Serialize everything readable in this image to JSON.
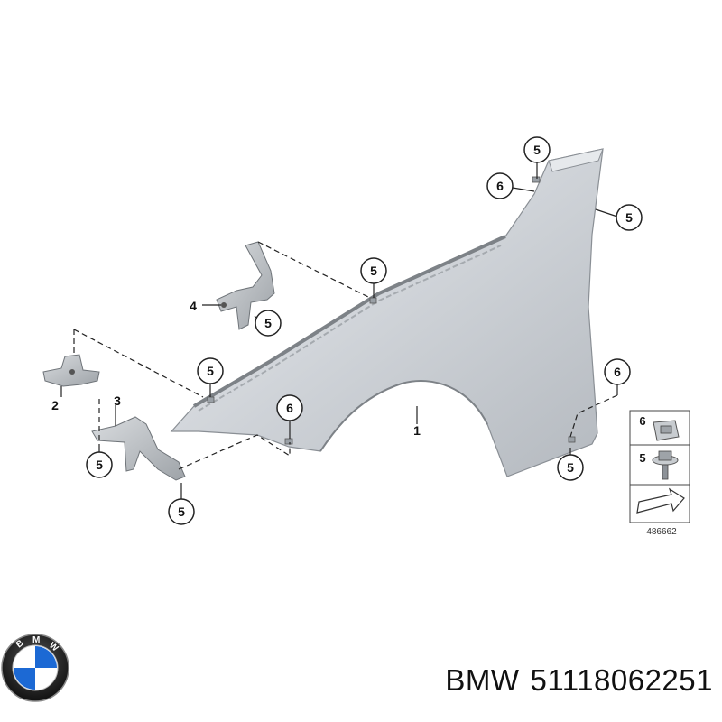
{
  "diagram": {
    "callouts": {
      "c1": "5",
      "c2": "6",
      "c3": "5",
      "c4": "5",
      "c5": "4",
      "c6": "5",
      "c7": "5",
      "c8": "2",
      "c9": "3",
      "c10": "6",
      "c11": "1",
      "c12": "6",
      "c13": "5",
      "c14": "5",
      "c15": "5"
    },
    "legend": {
      "item_nut": "6",
      "item_bolt": "5"
    },
    "diagram_id": "486662"
  },
  "caption": {
    "brand": "BMW",
    "part_number": "51118062251"
  },
  "logo": {
    "letters": "BMW",
    "colors": {
      "blue": "#1c69d4",
      "black": "#1a1a1a",
      "white": "#ffffff"
    }
  }
}
